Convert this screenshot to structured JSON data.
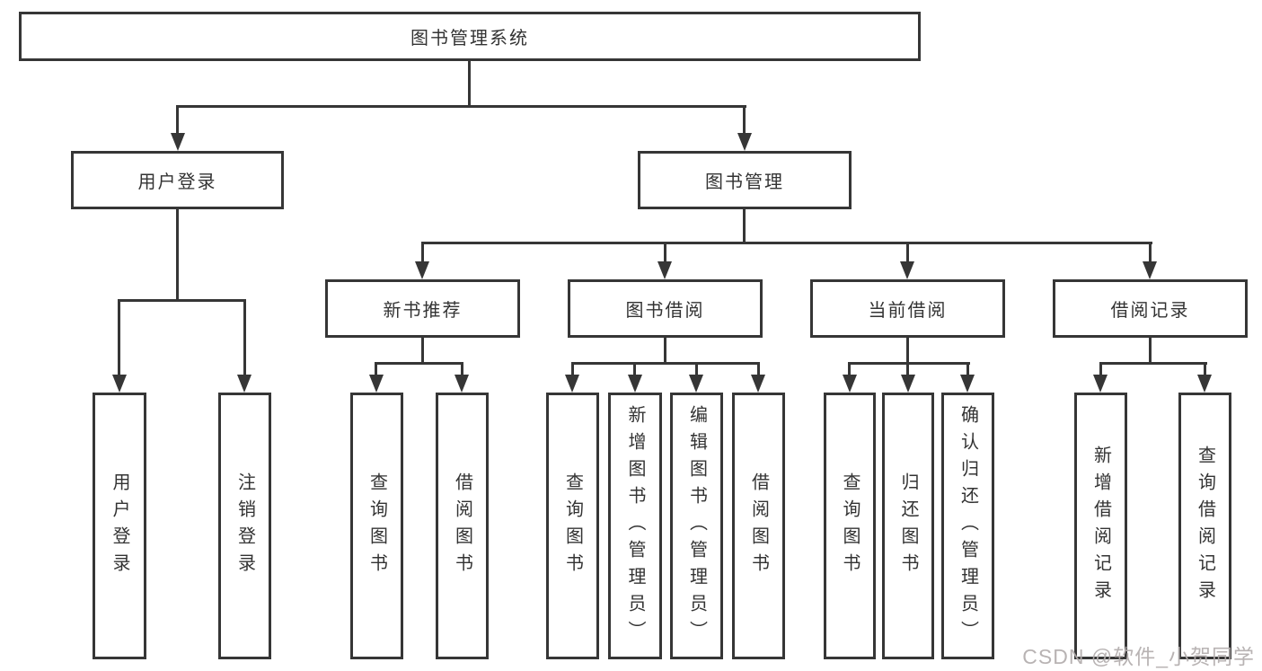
{
  "title": "图书管理系统",
  "level2": [
    {
      "label": "用户登录",
      "children": [
        "用户登录",
        "注销登录"
      ]
    },
    {
      "label": "图书管理"
    }
  ],
  "level3": [
    {
      "label": "新书推荐",
      "children": [
        "查询图书",
        "借阅图书"
      ]
    },
    {
      "label": "图书借阅",
      "children": [
        "查询图书",
        "新增图书（管理员）",
        "编辑图书（管理员）",
        "借阅图书"
      ]
    },
    {
      "label": "当前借阅",
      "children": [
        "查询图书",
        "归还图书",
        "确认归还（管理员）"
      ]
    },
    {
      "label": "借阅记录",
      "children": [
        "新增借阅记录",
        "查询借阅记录"
      ]
    }
  ],
  "watermark": "CSDN @软件_小贺同学",
  "colors": {
    "line": "#363636",
    "text": "#333333",
    "watermark": "#b2acac",
    "background": "#ffffff"
  }
}
